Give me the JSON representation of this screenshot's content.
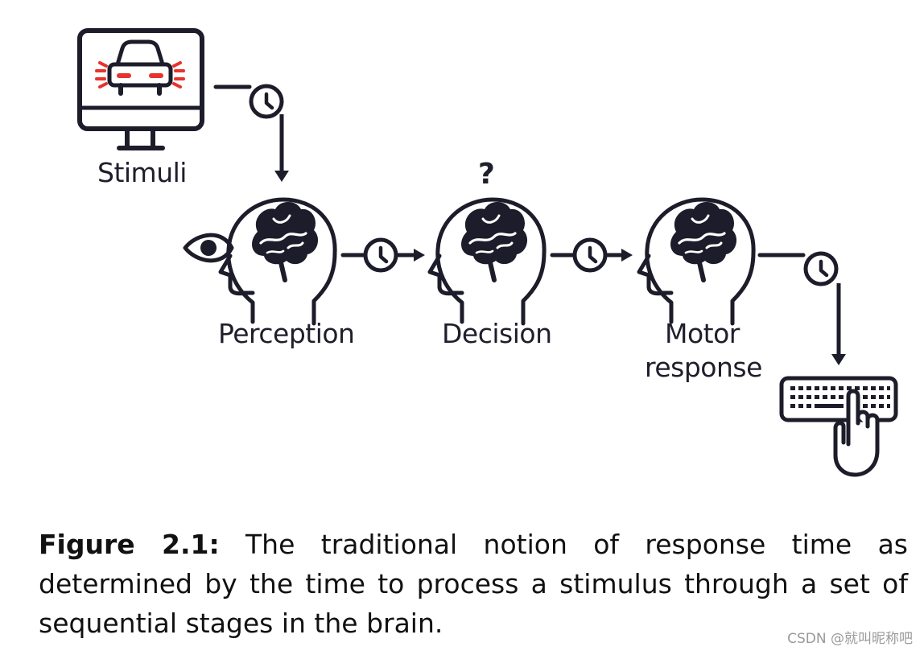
{
  "labels": {
    "stimuli": "Stimuli",
    "perception": "Perception",
    "decision": "Decision",
    "motor_line1": "Motor",
    "motor_line2": "response",
    "question_mark": "?"
  },
  "caption": {
    "prefix": "Figure 2.1:",
    "text": "The traditional notion of response time as determined by the time to process a stimulus through a set of sequential stages in the brain."
  },
  "watermark": "CSDN @就叫昵称吧",
  "colors": {
    "ink": "#1c1c2a",
    "accent": "#e8322c"
  },
  "icons": [
    "monitor-icon",
    "car-icon",
    "clock-icon",
    "eye-icon",
    "head-brain-icon",
    "arrow-icon",
    "keyboard-icon",
    "hand-pointer-icon"
  ]
}
